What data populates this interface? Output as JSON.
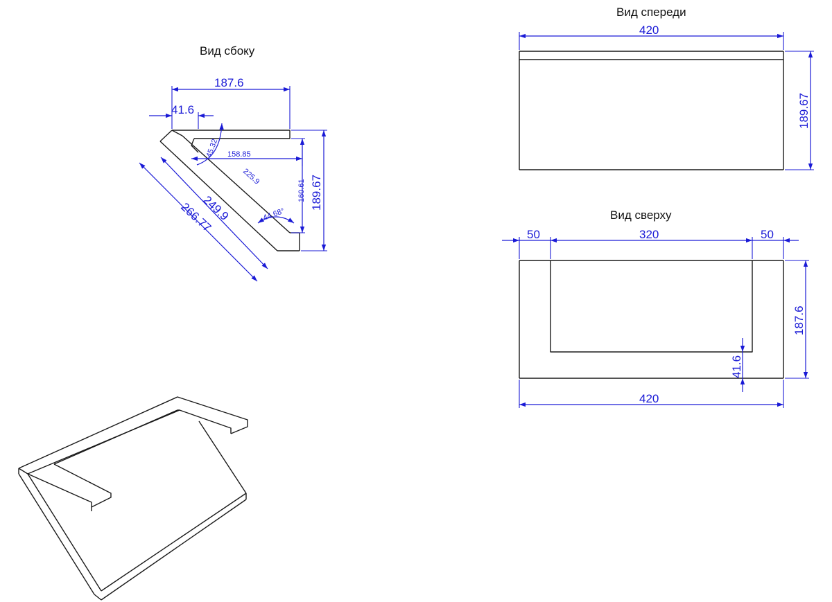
{
  "views": {
    "side": {
      "title": "Вид сбоку"
    },
    "front": {
      "title": "Вид спереди"
    },
    "top": {
      "title": "Вид сверху"
    }
  },
  "dimensions": {
    "side_top_width": "187.6",
    "side_lip": "41.6",
    "side_angle_top": "45.32",
    "side_inner_width": "158.85",
    "side_inner_slope": "225.9",
    "side_angle_bottom": "44.68°",
    "side_inner_height": "160.61",
    "side_outer_height": "189.67",
    "side_slope_mid": "249.9",
    "side_slope_outer": "266.77",
    "front_width": "420",
    "front_height": "189.67",
    "top_left": "50",
    "top_middle": "320",
    "top_right": "50",
    "top_depth": "187.6",
    "top_lip": "41.6",
    "top_width": "420"
  },
  "colors": {
    "dimension": "#1a1ad6",
    "outline": "#1a1a1a"
  }
}
